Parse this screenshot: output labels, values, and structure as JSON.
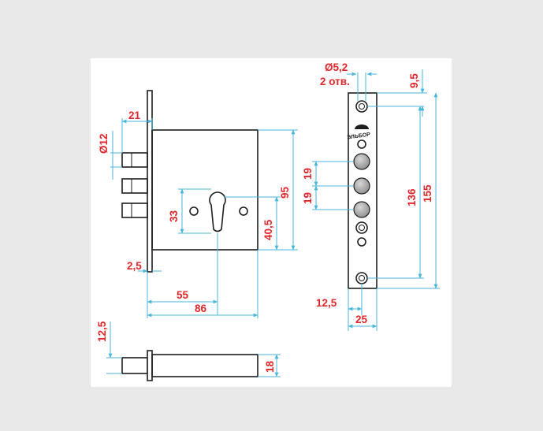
{
  "brand": "ЭЛЬБОР",
  "dimensions": {
    "bolt_diameter": "Ø12",
    "bolt_offset": "21",
    "cylinder_height": "33",
    "cylinder_to_center": "40,5",
    "case_height": "95",
    "faceplate_thickness": "2,5",
    "backset": "55",
    "case_depth": "86",
    "bolt_spacing_top": "19",
    "bolt_spacing_bottom": "19",
    "screw_hole_diameter": "Ø5,2",
    "screw_hole_count": "2 отв.",
    "hole_offset_top": "9,5",
    "hole_spacing": "136",
    "faceplate_length": "155",
    "hole_center_offset": "12,5",
    "faceplate_width": "25",
    "bolt_diameter_side": "12,5",
    "bolt_height_side": "18"
  }
}
